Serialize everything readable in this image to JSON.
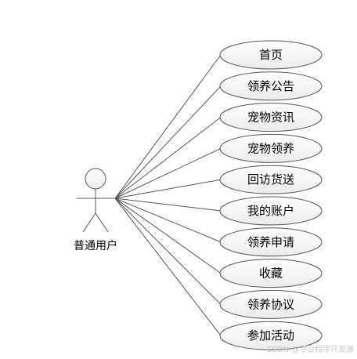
{
  "actor": {
    "label": "普通用户"
  },
  "use_cases": [
    {
      "label": "首页"
    },
    {
      "label": "领养公告"
    },
    {
      "label": "宠物资讯"
    },
    {
      "label": "宠物领养"
    },
    {
      "label": "回访货送"
    },
    {
      "label": "我的账户"
    },
    {
      "label": "领养申请"
    },
    {
      "label": "收藏"
    },
    {
      "label": "领养协议"
    },
    {
      "label": "参加活动"
    }
  ],
  "watermark": "CSDN @专业程序开发源",
  "colors": {
    "stroke": "#555555",
    "ellipse_fill": "#f2f2f2",
    "text": "#000000",
    "watermark": "#c8c8c8"
  }
}
